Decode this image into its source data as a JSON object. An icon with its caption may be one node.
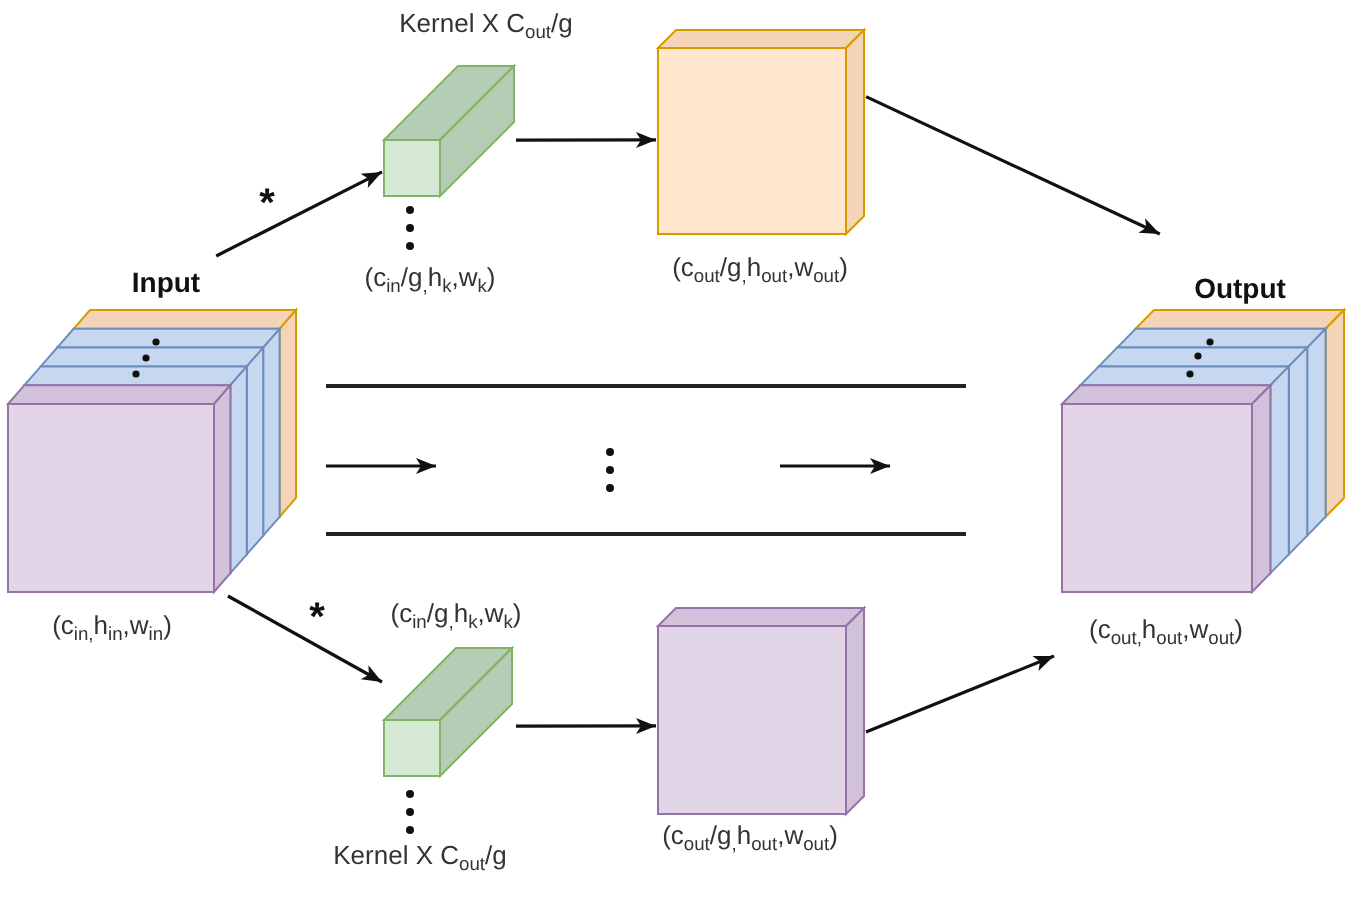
{
  "diagram": {
    "nodes": [
      {
        "text": [
          "Input",
          "(c$_{in,}$h$_{in}$,w$_{in}$)"
        ]
      },
      {
        "text": [
          "Kernel X C$_{out}$/g",
          "(c$_{in}$/g$_{,}$h$_{k}$,w$_{k}$)"
        ]
      },
      {
        "text": [
          "(c$_{out}$/g$_{,}$h$_{out}$,w$_{out}$)"
        ]
      },
      {
        "text": [
          "(c$_{in}$/g$_{,}$h$_{k}$,w$_{k}$)",
          "Kernel X C$_{out}$/g"
        ]
      },
      {
        "text": [
          "(c$_{out}$/g$_{,}$h$_{out}$,w$_{out}$)"
        ]
      },
      {
        "text": [
          "Output",
          "(c$_{out,}$h$_{out}$,w$_{out}$)"
        ]
      }
    ],
    "edges": [
      {
        "from": 0,
        "to": 1,
        "arrow": "to",
        "label": "*"
      },
      {
        "from": 1,
        "to": 2,
        "arrow": "to"
      },
      {
        "from": 2,
        "to": 5,
        "arrow": "to"
      },
      {
        "from": 0,
        "to": 3,
        "arrow": "to",
        "label": "*"
      },
      {
        "from": 3,
        "to": 4,
        "arrow": "to"
      },
      {
        "from": 4,
        "to": 5,
        "arrow": "to"
      }
    ]
  }
}
